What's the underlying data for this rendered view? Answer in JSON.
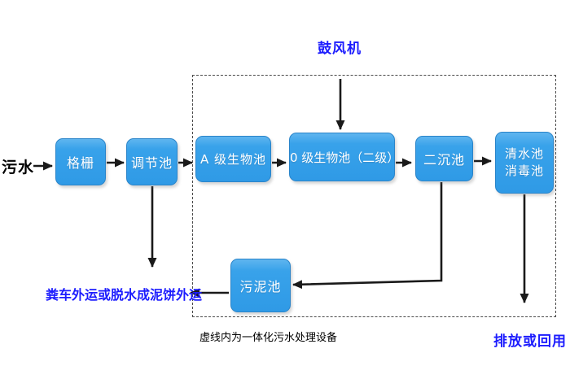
{
  "diagram": {
    "nodes": {
      "grid": {
        "label": "格栅"
      },
      "regulating_tank": {
        "label": "调节池"
      },
      "a_bio_tank": {
        "label": "A 级生物池"
      },
      "o_bio_tank": {
        "label": "0 级生物池（二级）"
      },
      "secondary_sedimentation_tank": {
        "label": "二沉池"
      },
      "clear_water_tank": {
        "line1": "清水池",
        "line2": "消毒池"
      },
      "sludge_tank": {
        "label": "污泥池"
      }
    },
    "labels": {
      "influent": "污水",
      "blower": "鼓风机",
      "sludge_disposal": "粪车外运或脱水成泥饼外运",
      "dashed_box_note": "虚线内为一体化污水处理设备",
      "effluent": "排放或回用"
    },
    "edges": [
      {
        "from": "influent",
        "to": "grid"
      },
      {
        "from": "grid",
        "to": "regulating_tank"
      },
      {
        "from": "regulating_tank",
        "to": "a_bio_tank"
      },
      {
        "from": "a_bio_tank",
        "to": "o_bio_tank"
      },
      {
        "from": "o_bio_tank",
        "to": "secondary_sedimentation_tank"
      },
      {
        "from": "secondary_sedimentation_tank",
        "to": "clear_water_tank"
      },
      {
        "from": "blower",
        "to": "o_bio_tank"
      },
      {
        "from": "regulating_tank",
        "to": "sludge_disposal"
      },
      {
        "from": "secondary_sedimentation_tank",
        "to": "sludge_tank"
      },
      {
        "from": "sludge_tank",
        "to": "sludge_disposal"
      },
      {
        "from": "clear_water_tank",
        "to": "effluent"
      }
    ],
    "colors": {
      "node_fill": "#34A0E9",
      "node_fill_light": "#5FB5EF",
      "node_border": "#2A84C9",
      "node_text": "#FFFFFF",
      "blue_label": "#1C1CFE",
      "black_label": "#000000",
      "arrow": "#1A1A1A",
      "dashed_border": "#4A4A4A",
      "background": "#FFFFFF"
    }
  }
}
